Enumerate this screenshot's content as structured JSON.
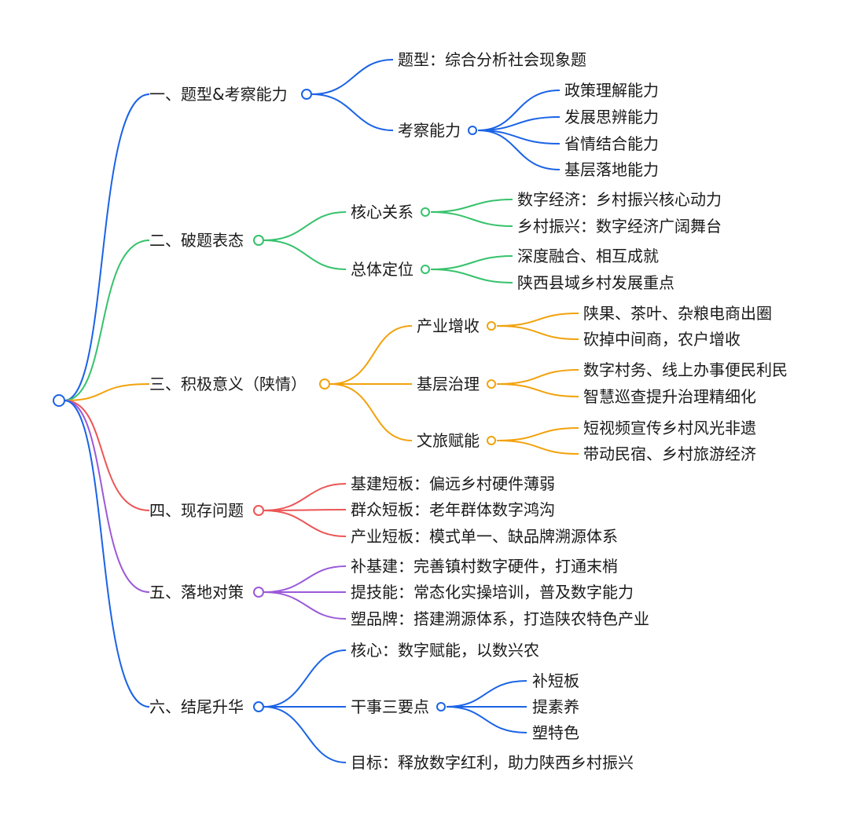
{
  "colors": {
    "root": "#1a63e6",
    "b1": "#1a63e6",
    "b2": "#35c26b",
    "b3": "#f2a20c",
    "b4": "#ec5555",
    "b5": "#9b59d9",
    "b6": "#1a63e6"
  },
  "mindmap": {
    "branches": [
      {
        "label": "一、题型&考察能力",
        "children": [
          {
            "label": "题型：综合分析社会现象题"
          },
          {
            "label": "考察能力",
            "children": [
              {
                "label": "政策理解能力"
              },
              {
                "label": "发展思辨能力"
              },
              {
                "label": "省情结合能力"
              },
              {
                "label": "基层落地能力"
              }
            ]
          }
        ]
      },
      {
        "label": "二、破题表态",
        "children": [
          {
            "label": "核心关系",
            "children": [
              {
                "label": "数字经济：乡村振兴核心动力"
              },
              {
                "label": "乡村振兴：数字经济广阔舞台"
              }
            ]
          },
          {
            "label": "总体定位",
            "children": [
              {
                "label": "深度融合、相互成就"
              },
              {
                "label": "陕西县域乡村发展重点"
              }
            ]
          }
        ]
      },
      {
        "label": "三、积极意义（陕情）",
        "children": [
          {
            "label": "产业增收",
            "children": [
              {
                "label": "陕果、茶叶、杂粮电商出圈"
              },
              {
                "label": "砍掉中间商，农户增收"
              }
            ]
          },
          {
            "label": "基层治理",
            "children": [
              {
                "label": "数字村务、线上办事便民利民"
              },
              {
                "label": "智慧巡查提升治理精细化"
              }
            ]
          },
          {
            "label": "文旅赋能",
            "children": [
              {
                "label": "短视频宣传乡村风光非遗"
              },
              {
                "label": "带动民宿、乡村旅游经济"
              }
            ]
          }
        ]
      },
      {
        "label": "四、现存问题",
        "children": [
          {
            "label": "基建短板：偏远乡村硬件薄弱"
          },
          {
            "label": "群众短板：老年群体数字鸿沟"
          },
          {
            "label": "产业短板：模式单一、缺品牌溯源体系"
          }
        ]
      },
      {
        "label": "五、落地对策",
        "children": [
          {
            "label": "补基建：完善镇村数字硬件，打通末梢"
          },
          {
            "label": "提技能：常态化实操培训，普及数字能力"
          },
          {
            "label": "塑品牌：搭建溯源体系，打造陕农特色产业"
          }
        ]
      },
      {
        "label": "六、结尾升华",
        "children": [
          {
            "label": "核心：数字赋能，以数兴农"
          },
          {
            "label": "干事三要点",
            "children": [
              {
                "label": "补短板"
              },
              {
                "label": "提素养"
              },
              {
                "label": "塑特色"
              }
            ]
          },
          {
            "label": "目标：释放数字红利，助力陕西乡村振兴"
          }
        ]
      }
    ]
  }
}
